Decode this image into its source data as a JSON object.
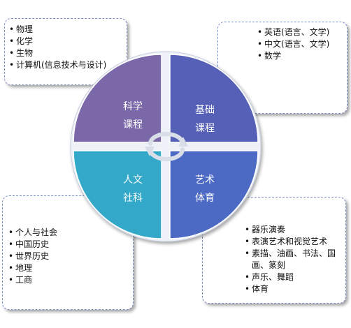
{
  "quadrants": {
    "science": {
      "line1": "科学",
      "line2": "课程",
      "color": "#7b68a9"
    },
    "basic": {
      "line1": "基础",
      "line2": "课程",
      "color": "#5660b6"
    },
    "humanities": {
      "line1": "人文",
      "line2": "社科",
      "color": "#34a8c9"
    },
    "arts": {
      "line1": "艺术",
      "line2": "体育",
      "color": "#4c6ac4"
    }
  },
  "boxes": {
    "science_items": [
      "物理",
      "化学",
      "生物",
      "计算机(信息技术与设计)"
    ],
    "basic_items": [
      "英语(语言、文学)",
      "中文(语言、文学)",
      "数学"
    ],
    "humanities_items": [
      "个人与社会",
      "中国历史",
      "世界历史",
      "地理",
      "工商"
    ],
    "arts_items": [
      "器乐演奏",
      "表演艺术和视觉艺术",
      "素描、油画、书法、国画、篆刻",
      "声乐、舞蹈",
      "体育"
    ]
  }
}
